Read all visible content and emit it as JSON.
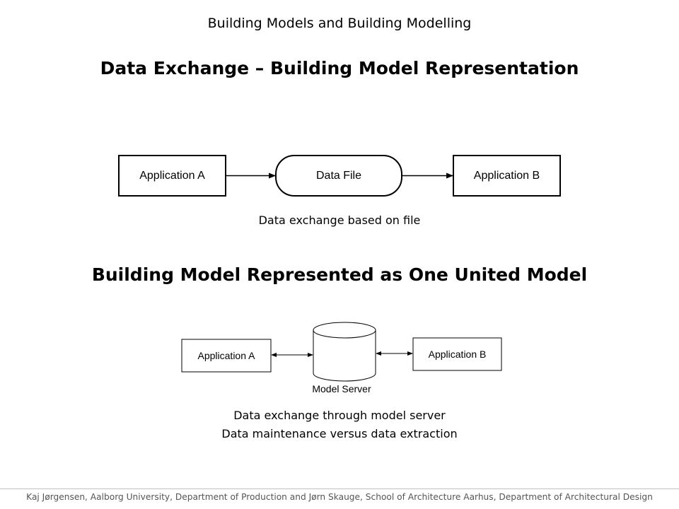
{
  "header": {
    "title": "Building Models and Building Modelling"
  },
  "section1": {
    "heading": "Data Exchange – Building Model Representation",
    "diagram": {
      "app_a": "Application A",
      "data_file": "Data File",
      "app_b": "Application B"
    },
    "caption": "Data exchange based on file"
  },
  "section2": {
    "heading": "Building Model Represented as One United Model",
    "diagram": {
      "app_a": "Application A",
      "model_server": "Model Server",
      "app_b": "Application B"
    },
    "captions": [
      "Data exchange through model server",
      "Data maintenance versus data extraction"
    ]
  },
  "footer": {
    "credits": "Kaj Jørgensen, Aalborg University, Department of Production and Jørn Skauge, School of Architecture Aarhus, Department of Architectural Design"
  }
}
